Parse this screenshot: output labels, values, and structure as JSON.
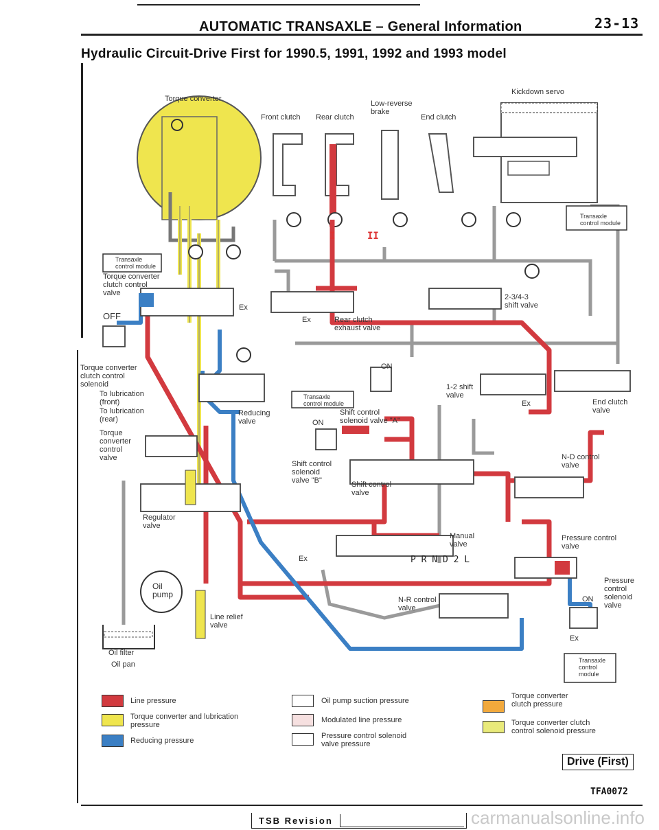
{
  "header": {
    "title": "AUTOMATIC TRANSAXLE – General Information",
    "page_number": "23-13"
  },
  "page_title": "Hydraulic Circuit-Drive First for 1990.5, 1991, 1992 and 1993 model",
  "labels": {
    "torque_converter": "Torque converter",
    "kickdown_servo": "Kickdown servo",
    "front_clutch": "Front clutch",
    "rear_clutch": "Rear clutch",
    "low_reverse_brake": "Low-reverse\nbrake",
    "end_clutch": "End clutch",
    "tcm_top_right": "Transaxle\ncontrol module",
    "tcm_left": "Transaxle\ncontrol module",
    "tcc_control_valve": "Torque converter\nclutch control\nvalve",
    "off": "OFF",
    "tcc_solenoid": "Torque converter\nclutch control\nsolenoid",
    "lub_front": "To lubrication\n(front)",
    "lub_rear": "To lubrication\n(rear)",
    "tc_control_valve": "Torque\nconverter\ncontrol\nvalve",
    "regulator_valve": "Regulator\nvalve",
    "oil_pump": "Oil\npump",
    "oil_filter": "Oil filter",
    "oil_pan": "Oil pan",
    "line_relief_valve": "Line relief\nvalve",
    "reducing_valve": "Reducing\nvalve",
    "tcm_mid": "Transaxle\ncontrol module",
    "on_a": "ON",
    "on_b": "ON",
    "shift_solenoid_a": "Shift control\nsolenoid valve \"A\"",
    "shift_solenoid_b": "Shift control\nsolenoid\nvalve \"B\"",
    "shift_control_valve": "Shift control\nvalve",
    "rear_clutch_exhaust": "Rear clutch\nexhaust valve",
    "shift_234": "2-3/4-3\nshift valve",
    "shift_12": "1-2 shift\nvalve",
    "end_clutch_valve": "End clutch\nvalve",
    "nd_control_valve": "N-D control\nvalve",
    "manual_valve": "Manual\nvalve",
    "prnd": "P R N D 2 L",
    "pressure_control_valve": "Pressure control\nvalve",
    "pc_solenoid": "Pressure\ncontrol\nsolenoid\nvalve",
    "on_c": "ON",
    "nr_control_valve": "N-R control\nvalve",
    "tcm_bottom": "Transaxle\ncontrol\nmodule",
    "ex": "Ex",
    "roman_one": "I",
    "roman_two": "II"
  },
  "legend": [
    {
      "label": "Line pressure",
      "color": "#d23a3f"
    },
    {
      "label": "Torque converter and lubrication\npressure",
      "color": "#efe54e"
    },
    {
      "label": "Reducing pressure",
      "color": "#3b7fc4"
    },
    {
      "label": "Oil pump suction pressure",
      "color": "#ffffff"
    },
    {
      "label": "Modulated line pressure",
      "color": "#f6e0e0"
    },
    {
      "label": "Pressure control solenoid\nvalve pressure",
      "color": "#ffffff"
    },
    {
      "label": "Torque converter\nclutch pressure",
      "color": "#f2a93c"
    },
    {
      "label": "Torque converter clutch\ncontrol solenoid pressure",
      "color": "#e9ea7a"
    }
  ],
  "footer": {
    "mode": "Drive (First)",
    "figure_code": "TFA0072",
    "revision": "TSB Revision",
    "watermark": "carmanualsonline.info"
  }
}
